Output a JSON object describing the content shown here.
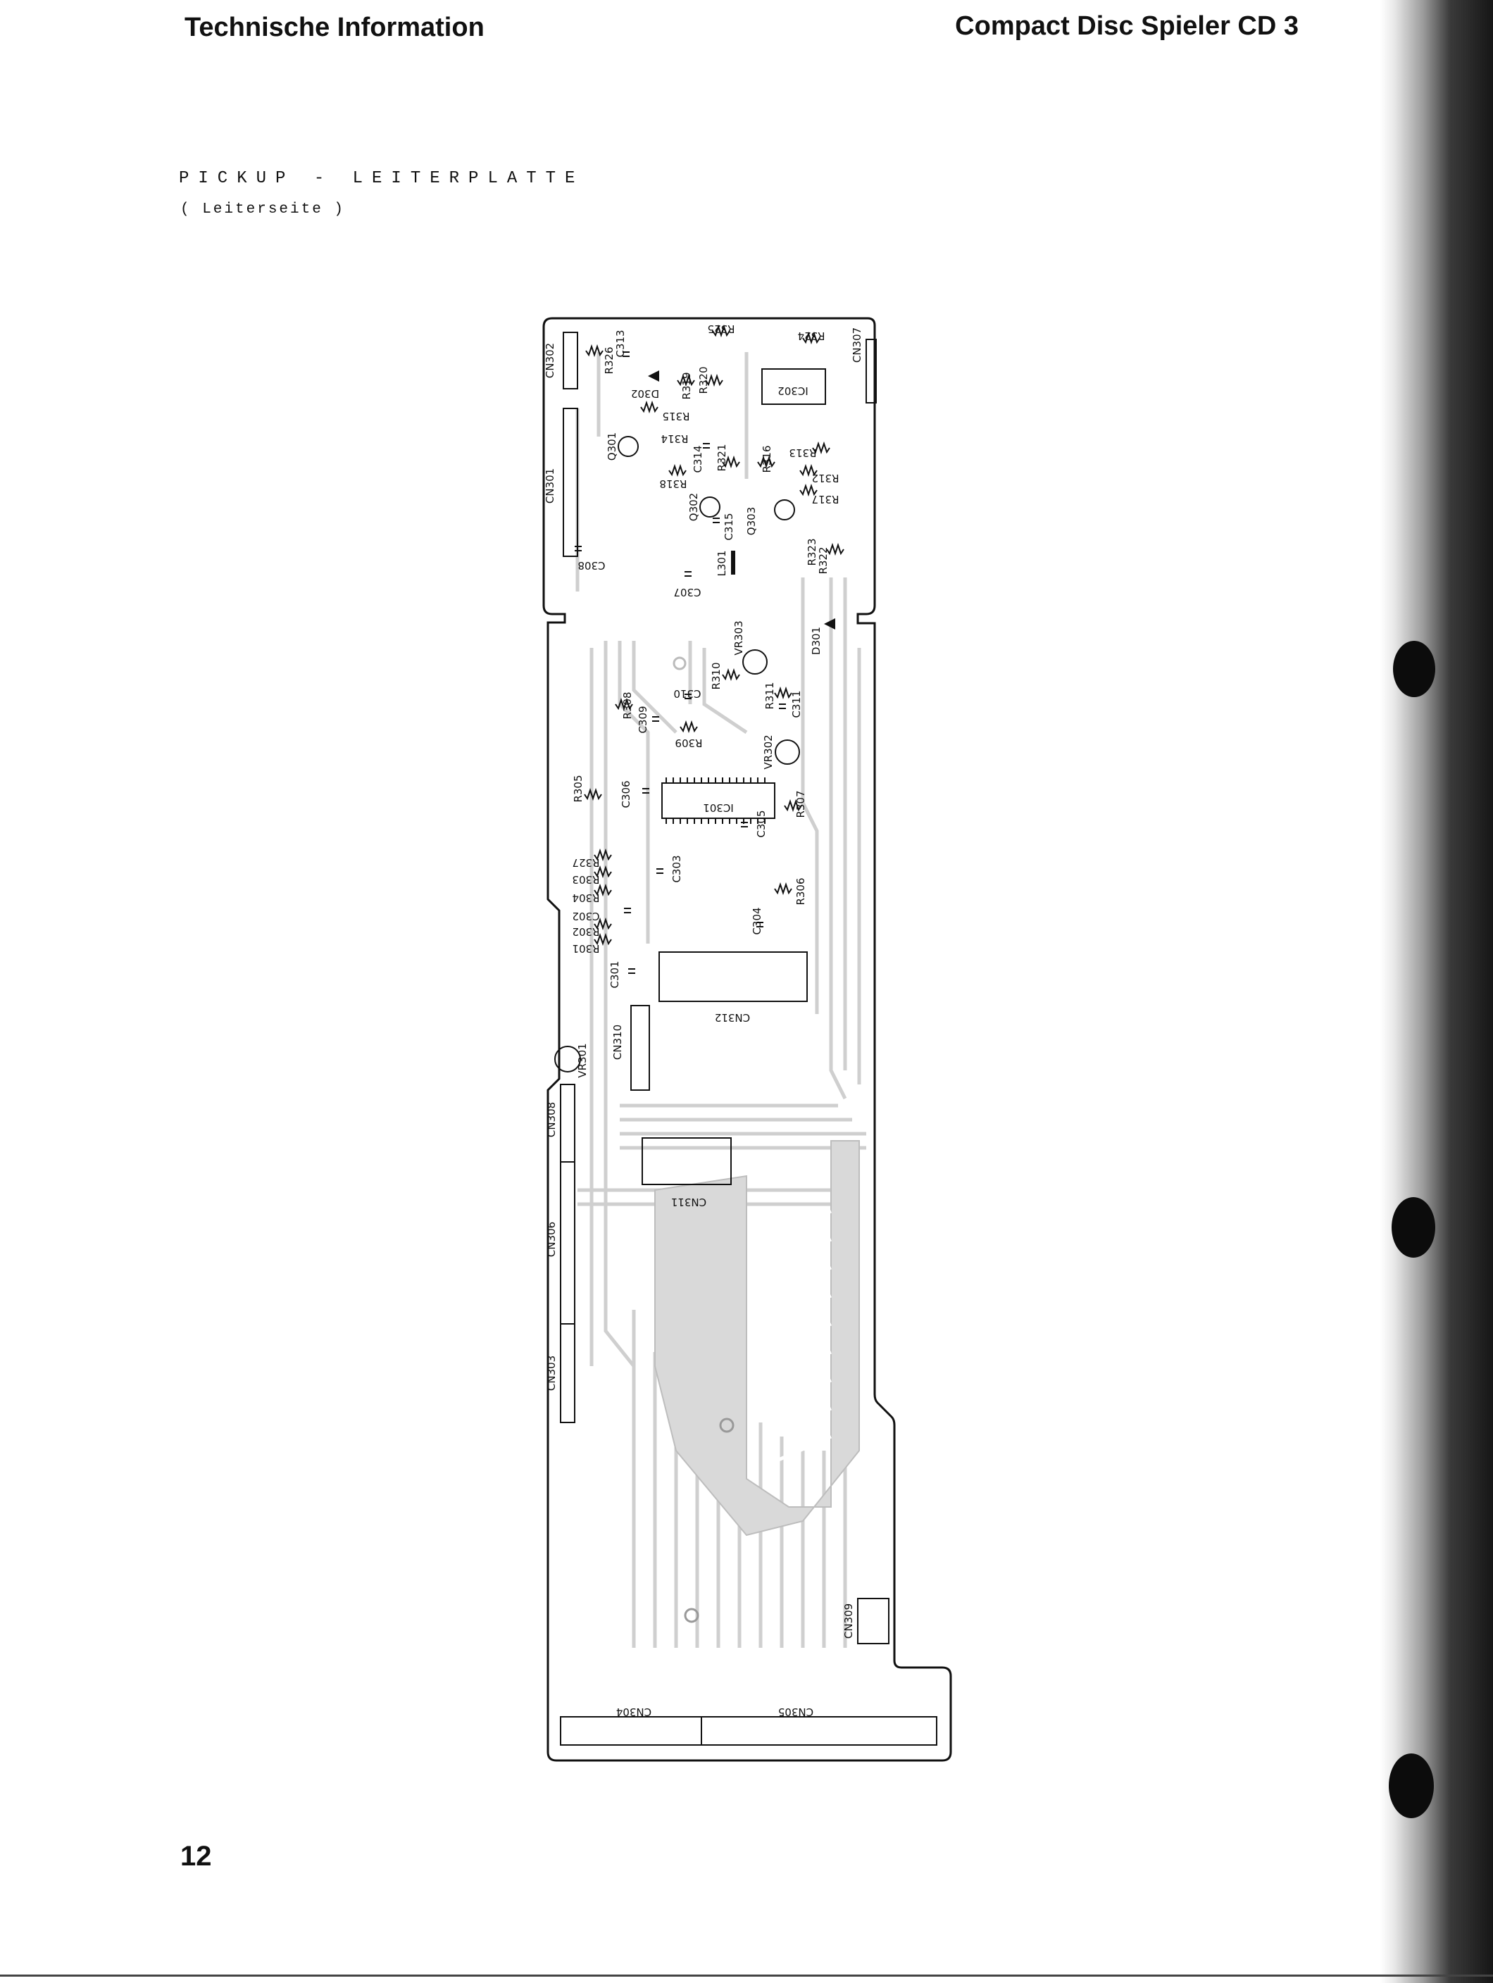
{
  "header": {
    "left_title": "Technische Information",
    "right_title": "Compact Disc Spieler CD 3"
  },
  "section": {
    "title": "PICKUP - LEITERPLATTE",
    "subtitle": "( Leiterseite )"
  },
  "page_number": "12",
  "board": {
    "connectors": [
      "CN302",
      "CN301",
      "CN307",
      "CN312",
      "CN310",
      "CN308",
      "CN311",
      "CN306",
      "CN303",
      "CN309",
      "CN304",
      "CN305"
    ],
    "ics": [
      "IC302",
      "IC301"
    ],
    "transistors": [
      "Q301",
      "Q302",
      "Q303"
    ],
    "diodes": [
      "D302",
      "D301"
    ],
    "coils": [
      "L301"
    ],
    "trimmers": [
      "VR303",
      "VR302",
      "VR301"
    ],
    "resistors": [
      "R326",
      "R325",
      "R324",
      "R319",
      "R320",
      "R315",
      "R314",
      "R313",
      "R321",
      "R316",
      "R318",
      "R312",
      "R317",
      "R323",
      "R322",
      "R310",
      "R308",
      "R311",
      "R309",
      "R305",
      "R307",
      "R327",
      "R303",
      "R304",
      "R306",
      "R302",
      "R301"
    ],
    "capacitors": [
      "C313",
      "C314",
      "C315",
      "C308",
      "C307",
      "C310",
      "C309",
      "C311",
      "C306",
      "C305",
      "C303",
      "C302",
      "C304",
      "C301"
    ]
  }
}
